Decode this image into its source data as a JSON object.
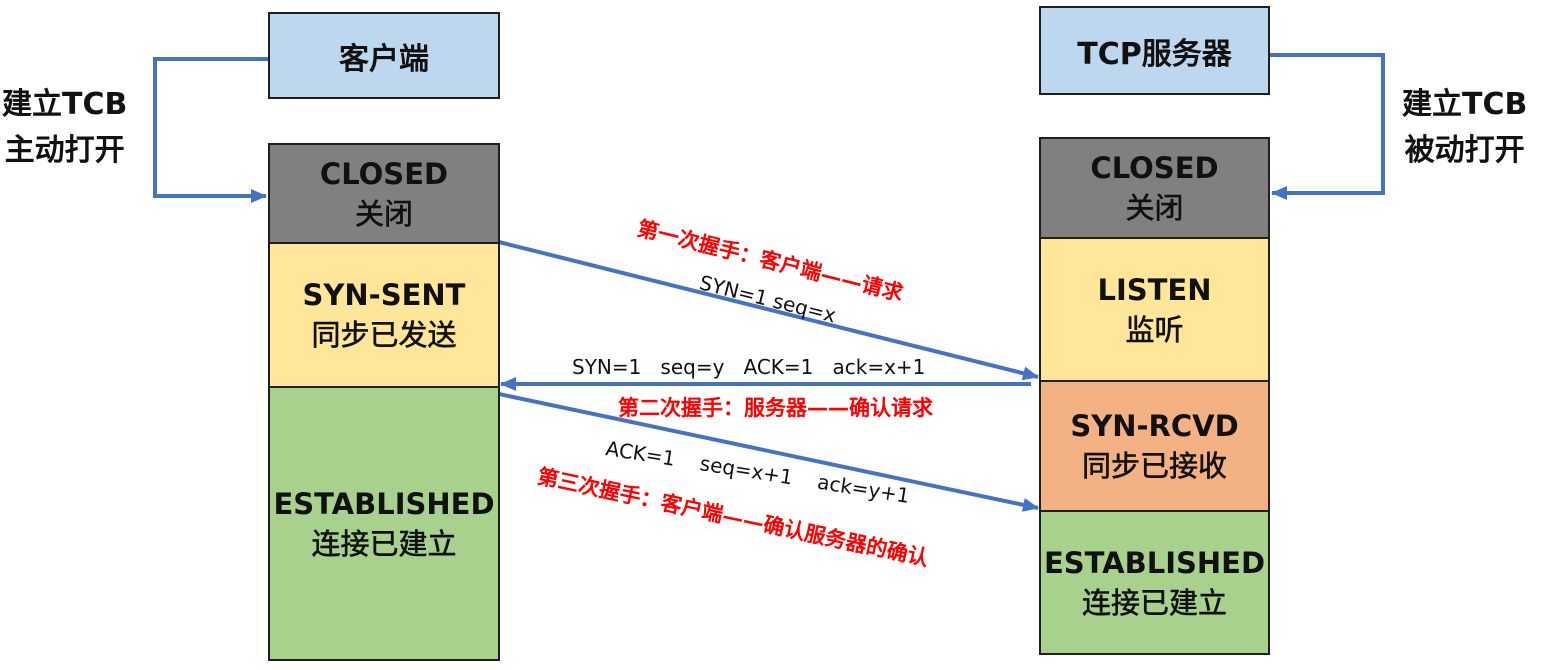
{
  "colors": {
    "header_fill": "#bdd7ee",
    "closed_fill": "#808080",
    "listen_fill": "#ffe699",
    "syn_fill": "#ffe699",
    "rcvd_fill": "#f4b183",
    "established_fill": "#a9d18e",
    "arrow": "#4472c4",
    "annotation": "#ff0000"
  },
  "client": {
    "title": "客户端",
    "side_label": [
      "建立TCB",
      "主动打开"
    ],
    "states": [
      {
        "en": "CLOSED",
        "zh": "关闭"
      },
      {
        "en": "SYN-SENT",
        "zh": "同步已发送"
      },
      {
        "en": "ESTABLISHED",
        "zh": "连接已建立"
      }
    ]
  },
  "server": {
    "title": "TCP服务器",
    "side_label": [
      "建立TCB",
      "被动打开"
    ],
    "states": [
      {
        "en": "CLOSED",
        "zh": "关闭"
      },
      {
        "en": "LISTEN",
        "zh": "监听"
      },
      {
        "en": "SYN-RCVD",
        "zh": "同步已接收"
      },
      {
        "en": "ESTABLISHED",
        "zh": "连接已建立"
      }
    ]
  },
  "handshakes": [
    {
      "direction": "client-to-server",
      "title": "第一次握手：客户端——请求",
      "fields": "SYN=1   seq=x"
    },
    {
      "direction": "server-to-client",
      "title": "第二次握手：服务器——确认请求",
      "fields": "SYN=1   seq=y   ACK=1   ack=x+1"
    },
    {
      "direction": "client-to-server",
      "title": "第三次握手：客户端——确认服务器的确认",
      "fields": "ACK=1    seq=x+1    ack=y+1"
    }
  ]
}
